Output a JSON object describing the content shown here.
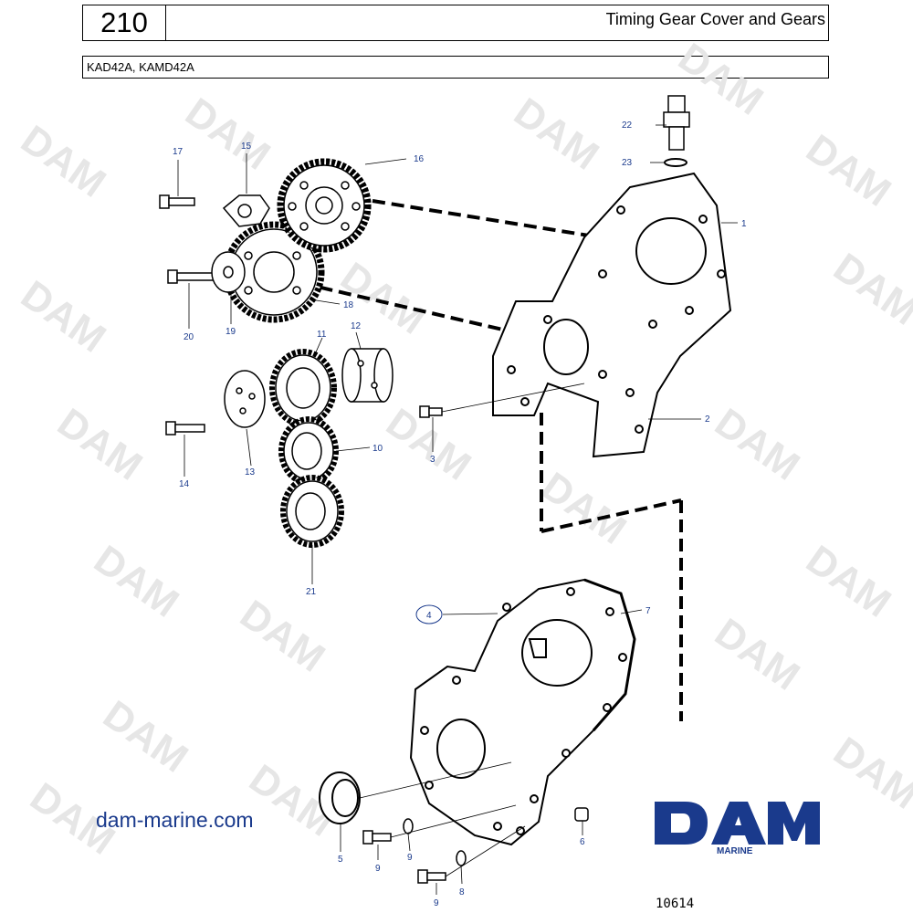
{
  "header": {
    "page_number": "210",
    "title": "Timing Gear Cover and Gears",
    "models": "KAD42A, KAMD42A"
  },
  "watermark": "DAM",
  "callouts": [
    "1",
    "2",
    "3",
    "4",
    "5",
    "6",
    "7",
    "8",
    "9",
    "9",
    "9",
    "10",
    "11",
    "12",
    "13",
    "14",
    "15",
    "16",
    "17",
    "18",
    "19",
    "20",
    "21",
    "22",
    "23"
  ],
  "footer": {
    "website": "dam-marine.com",
    "logo_sub": "MARINE",
    "doc_id": "10614"
  },
  "colors": {
    "callout": "#1a3a8c",
    "brand": "#1a3a8c",
    "watermark": "#e4e4e4"
  }
}
